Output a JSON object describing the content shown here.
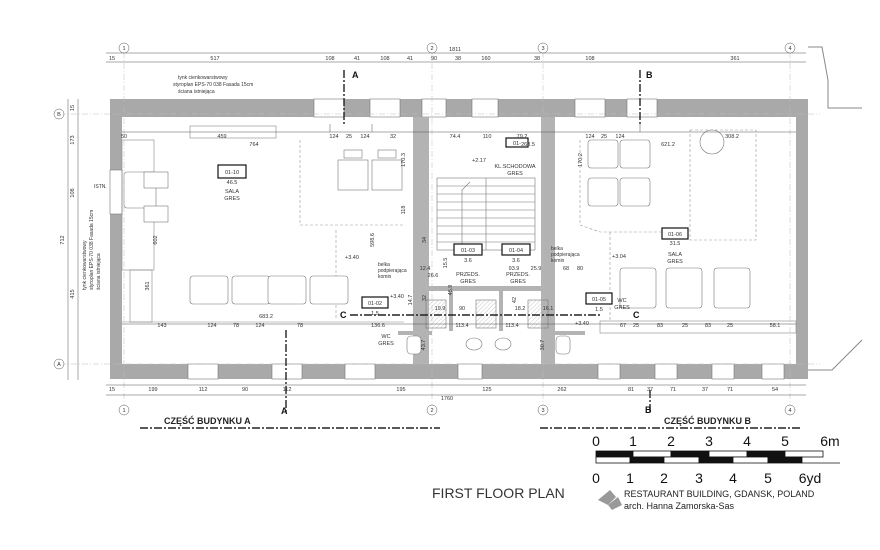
{
  "title": "FIRST FLOOR PLAN",
  "project": {
    "line1": "RESTAURANT BUILDING, GDANSK, POLAND",
    "line2": "arch. Hanna Zamorska-Sas"
  },
  "building_parts": {
    "part_a": "CZĘŚĆ BUDYNKU A",
    "part_b": "CZĘŚĆ BUDYNKU B"
  },
  "grid_axes": {
    "columns": [
      "1",
      "2",
      "3",
      "4"
    ],
    "rows": [
      "B",
      "A"
    ]
  },
  "section_marks": [
    "A",
    "A",
    "B",
    "B",
    "C",
    "C"
  ],
  "scale_metric": {
    "labels": [
      "0",
      "1",
      "2",
      "3",
      "4",
      "5",
      "6m"
    ]
  },
  "scale_imperial": {
    "labels": [
      "0",
      "1",
      "2",
      "3",
      "4",
      "5",
      "6yd"
    ]
  },
  "annotations": {
    "wall_note_top": [
      "tynk cienkowarstwowy",
      "styroplan EPS-70 038 Fasada 15cm",
      "ściana istniejąca"
    ],
    "wall_note_left": [
      "tynk cienkowarstwowy",
      "styroplan EPS-70 038 Fasada 15cm",
      "ściana istniejąca"
    ],
    "beam_note": [
      "belka",
      "podpierająca",
      "komin"
    ],
    "ist": "ISTN."
  },
  "rooms": {
    "sala_left": {
      "code": "01-10",
      "area": "46.5",
      "name": "SALA",
      "finish": "GRES"
    },
    "klatka": {
      "code": "01-",
      "name": "KL.SCHODOWA",
      "finish": "GRES"
    },
    "przeds_1": {
      "code": "01-03",
      "area": "3.6",
      "name": "PRZEDS.",
      "finish": "GRES"
    },
    "przeds_2": {
      "code": "01-04",
      "area": "3.6",
      "name": "PRZEDS.",
      "finish": "GRES"
    },
    "wc_left": {
      "code": "01-02",
      "area": "1.5",
      "name": "WC",
      "finish": "GRES"
    },
    "wc_right": {
      "code": "01-05",
      "area": "1.5",
      "name": "WC",
      "finish": "GRES"
    },
    "sala_right": {
      "code": "01-06",
      "area": "31.5",
      "name": "SALA",
      "finish": "GRES"
    }
  },
  "dimensions": {
    "top_total": "1811",
    "top_chain": [
      "15",
      "517",
      "108",
      "41",
      "108",
      "41",
      "90",
      "38",
      "160",
      "38",
      "108",
      "361"
    ],
    "bottom_total": "1760",
    "bottom_chain": [
      "15",
      "199",
      "112",
      "90",
      "112",
      "195",
      "125",
      "262",
      "81",
      "37",
      "71",
      "37",
      "71",
      "54"
    ],
    "left_chain": [
      "15",
      "173",
      "108",
      "415"
    ],
    "left_total": "712",
    "row_upper_left": [
      "50",
      "459",
      "764"
    ],
    "row_upper_mid": [
      "124",
      "25",
      "124",
      "32",
      "74.4",
      "110",
      "79.2",
      "263.5"
    ],
    "row_upper_right": [
      "124",
      "25",
      "124",
      "308.2",
      "621.2"
    ],
    "row_lower_left": [
      "143",
      "124",
      "78",
      "124",
      "78",
      "683.2"
    ],
    "row_lower_right": [
      "67",
      "25",
      "83",
      "25",
      "83",
      "25",
      "58.1"
    ],
    "levels": [
      "+2.17",
      "+3.40",
      "+3.04",
      "+3.40",
      "+3.40"
    ],
    "misc": [
      "598.6",
      "170.3",
      "118",
      "170.2",
      "602",
      "361",
      "136.6",
      "113.4",
      "113.4",
      "12.4",
      "26.6",
      "93.9",
      "25.9",
      "68",
      "80",
      "34",
      "90",
      "32",
      "45.9",
      "15.5",
      "14.7",
      "42",
      "43.7",
      "30.7",
      "19.9",
      "18.2",
      "16.1"
    ]
  }
}
